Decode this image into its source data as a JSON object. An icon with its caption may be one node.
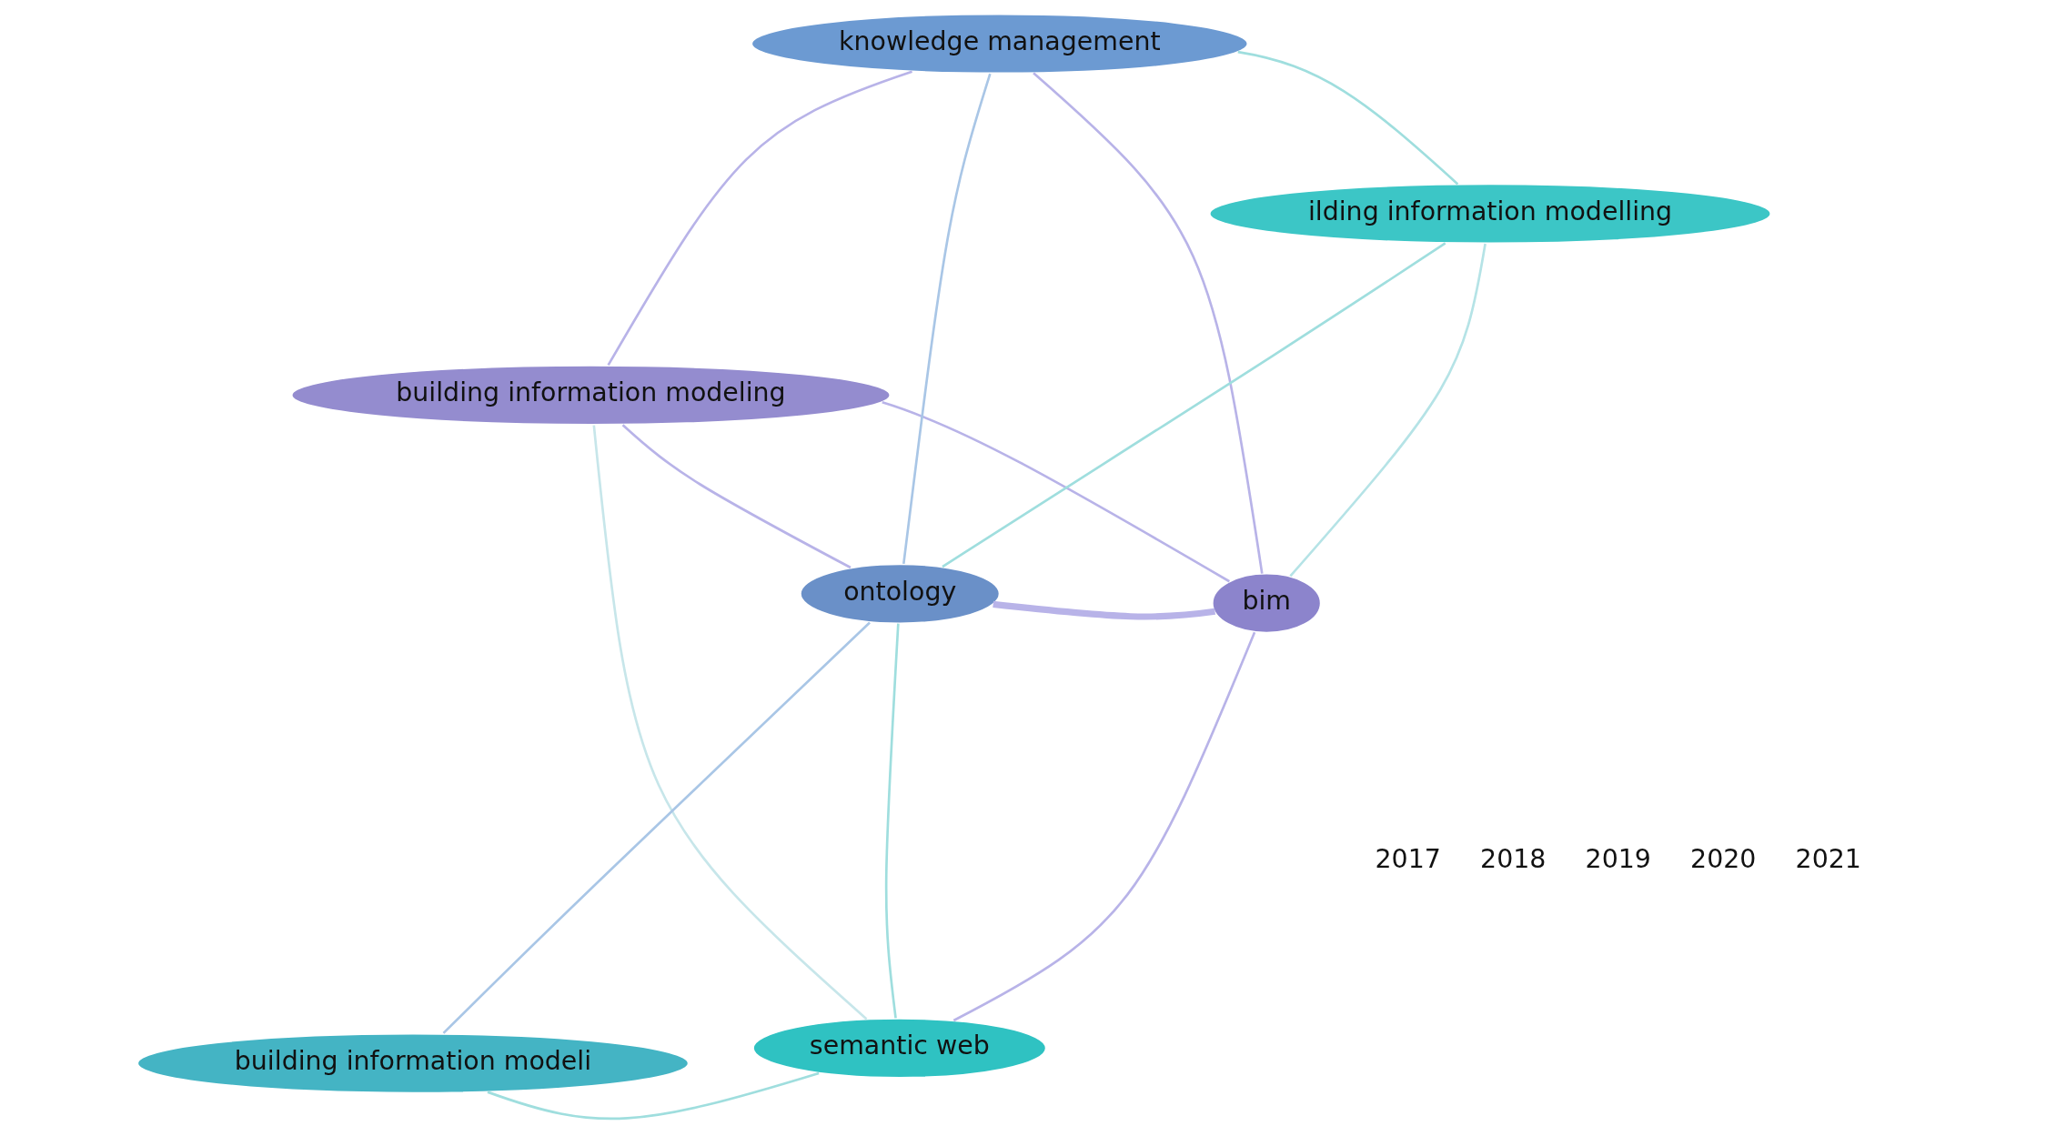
{
  "diagram": {
    "nodes": [
      {
        "text": [
          "bim"
        ]
      },
      {
        "text": [
          "ilding information modelling"
        ]
      },
      {
        "text": [
          "semantic web"
        ]
      },
      {
        "text": [
          "knowledge management"
        ]
      },
      {
        "text": [
          "ontology"
        ]
      },
      {
        "text": [
          "building information modeli"
        ]
      },
      {
        "text": [
          "building information modeling"
        ]
      }
    ],
    "edges": [
      {
        "from": 1,
        "to": 0,
        "arrow": "none",
        "color": "#b5e3e6"
      },
      {
        "from": 1,
        "to": 3,
        "arrow": "none",
        "color": "#9fdede"
      },
      {
        "from": 1,
        "to": 4,
        "arrow": "none",
        "color": "#9fdede"
      },
      {
        "from": 0,
        "to": 2,
        "arrow": "none"
      },
      {
        "from": 0,
        "to": 3,
        "arrow": "none"
      },
      {
        "from": 0,
        "to": 4,
        "arrow": "none",
        "style": "thick"
      },
      {
        "from": 0,
        "to": 6,
        "arrow": "none"
      },
      {
        "from": 2,
        "to": 4,
        "arrow": "none",
        "color": "#9fdede"
      },
      {
        "from": 2,
        "to": 5,
        "arrow": "none",
        "color": "#9fdede"
      },
      {
        "from": 2,
        "to": 6,
        "arrow": "none",
        "color": "#c7e6ea"
      },
      {
        "from": 4,
        "to": 5,
        "arrow": "none",
        "color": "#a9c6e6"
      },
      {
        "from": 3,
        "to": 4,
        "arrow": "none",
        "color": "#a9c6e6"
      },
      {
        "from": 3,
        "to": 6,
        "arrow": "none"
      },
      {
        "from": 4,
        "to": 6,
        "arrow": "none"
      }
    ],
    "labels": [
      "2017",
      "2018",
      "2019",
      "2020",
      "2021"
    ]
  }
}
